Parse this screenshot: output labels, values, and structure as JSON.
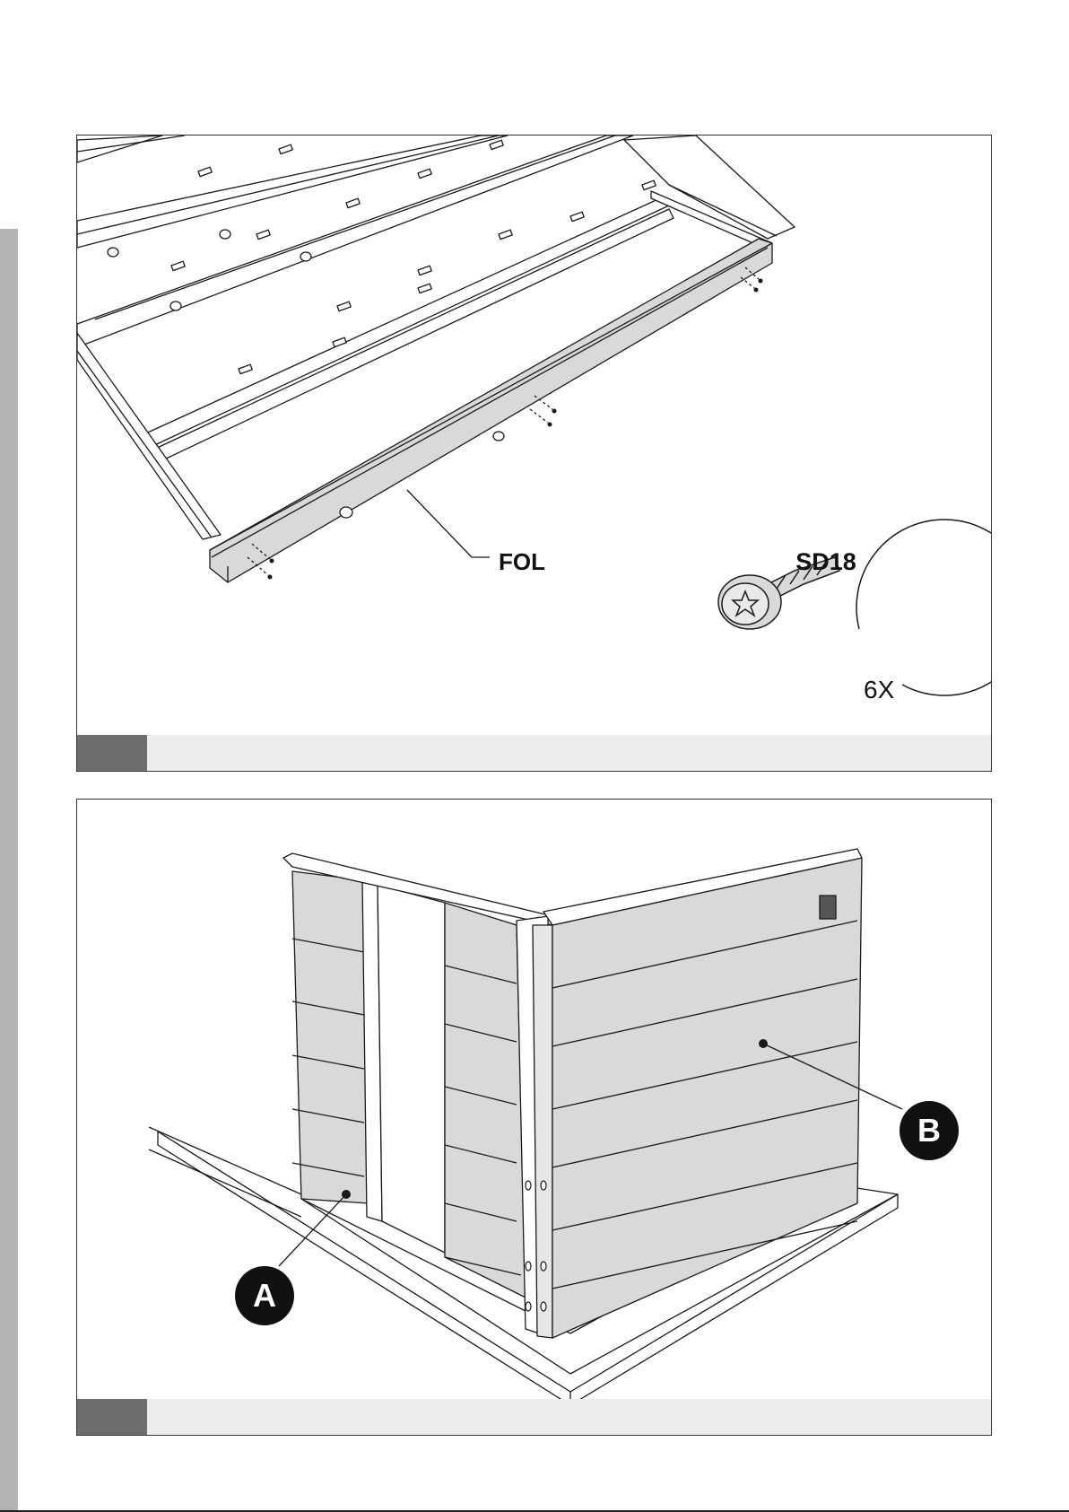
{
  "step_1": {
    "part_label": "FOL",
    "fastener": {
      "code": "SD18",
      "quantity": "6X"
    }
  },
  "step_2": {
    "panel_a_label": "A",
    "panel_b_label": "B"
  },
  "colors": {
    "panel_fill": "#d9d9d9",
    "line": "#1a1a1a",
    "step_tab": "#6e6e6e",
    "step_bar": "#ececec",
    "side_bar": "#b3b3b3"
  }
}
